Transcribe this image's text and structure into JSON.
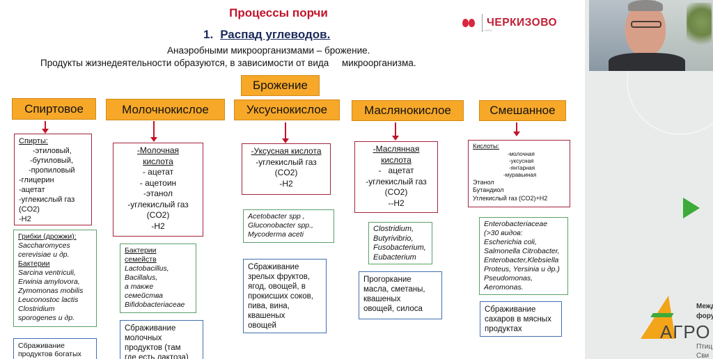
{
  "slide": {
    "title": "Процессы порчи",
    "section_number": "1.",
    "section_title": "Распад углеводов.",
    "line1": "Анаэробными микроорганизмами – брожение.",
    "line2": "Продукты жизнедеятельности образуются, в зависимости от вида     микроорганизма.",
    "logo_text": "ЧЕРКИЗОВО",
    "logo_small": "с 1974",
    "root": "Брожение",
    "columns": [
      {
        "header": "Спиртовое",
        "products": [
          "Спирты:",
          "-этиловый,",
          "-бутиловый,",
          "-пропиловый",
          "-глицерин",
          "-ацетат",
          "-углекислый газ",
          "(CO2)",
          "-H2"
        ],
        "bacteria": [
          "Грибки (дрожжи):",
          "Saccharomyces",
          "cerevisiae и др.",
          "Бактерии",
          "Sarcina ventriculi,",
          "Erwinia amylovora,",
          "Zymomonas mobilis",
          "Leuconostoc lactis",
          "Clostridium",
          "sporogenes и др."
        ],
        "usage": [
          "Сбраживание",
          "продуктов богатых"
        ]
      },
      {
        "header": "Молочнокислое",
        "products": [
          "-Молочная",
          "кислота",
          "- ацетат",
          "- ацетоин",
          "-этанол",
          "-углекислый газ",
          "(CO2)",
          "-H2"
        ],
        "bacteria": [
          "Бактерии",
          "семейств",
          "Lactobacillus,",
          "Bacillalus,",
          "а также",
          "семейства",
          "Bifidobacteriaceae"
        ],
        "usage": [
          "Сбраживание",
          "молочных",
          "продуктов (там",
          "где есть лактоза)"
        ]
      },
      {
        "header": "Уксуснокислое",
        "products": [
          "-Уксусная кислота",
          "-углекислый газ",
          "(CO2)",
          "-H2"
        ],
        "bacteria": [
          "Acetobacter spp ,",
          "Gluconobacter spp.,",
          "Mycoderma aceti"
        ],
        "usage": [
          "Сбраживание",
          "зрелых фруктов,",
          "ягод, овощей, в",
          "прокисших соков,",
          "пива, вина,",
          "квашеных",
          "овощей"
        ]
      },
      {
        "header": "Маслянокислое",
        "products": [
          "-Маслянная",
          "кислота",
          "-   ацетат",
          "-углекислый газ",
          "(CO2)",
          "--H2"
        ],
        "bacteria": [
          "Clostridium,",
          "Butyrivibrio,",
          "Fusobacterium,",
          "Eubacterium"
        ],
        "usage": [
          "Прогоркание",
          "масла, сметаны,",
          "квашеных",
          "овощей, силоса"
        ]
      },
      {
        "header": "Смешанное",
        "products_label": "Кислоты:",
        "acids": [
          "-молочная",
          "-уксусная",
          "-янтарная",
          "-муравьиная"
        ],
        "products_extra": [
          "Этанол",
          "Бутандиол",
          "Углекислый газ (CO2)+H2"
        ],
        "bacteria": [
          "Enterobacteriaceae",
          "(>30 видов:",
          "Escherichia coli,",
          "Salmonella Citrobacter,",
          "Enterobacter,Klebsiella",
          "Proteus, Yersinia и др.)",
          "Pseudomonas,",
          "Aeromonas."
        ],
        "usage": [
          "Сбраживание",
          "сахаров в мясных",
          "продуктах"
        ]
      }
    ]
  },
  "side": {
    "event_line1": "Межд",
    "event_line2": "фору",
    "brand": "АГРО",
    "bottom1": "Птиц",
    "bottom2": "Сви",
    "play_icon": "play-icon",
    "colors": {
      "accent": "#c0142a",
      "header": "#f7a828",
      "green": "#3daa3a"
    }
  }
}
